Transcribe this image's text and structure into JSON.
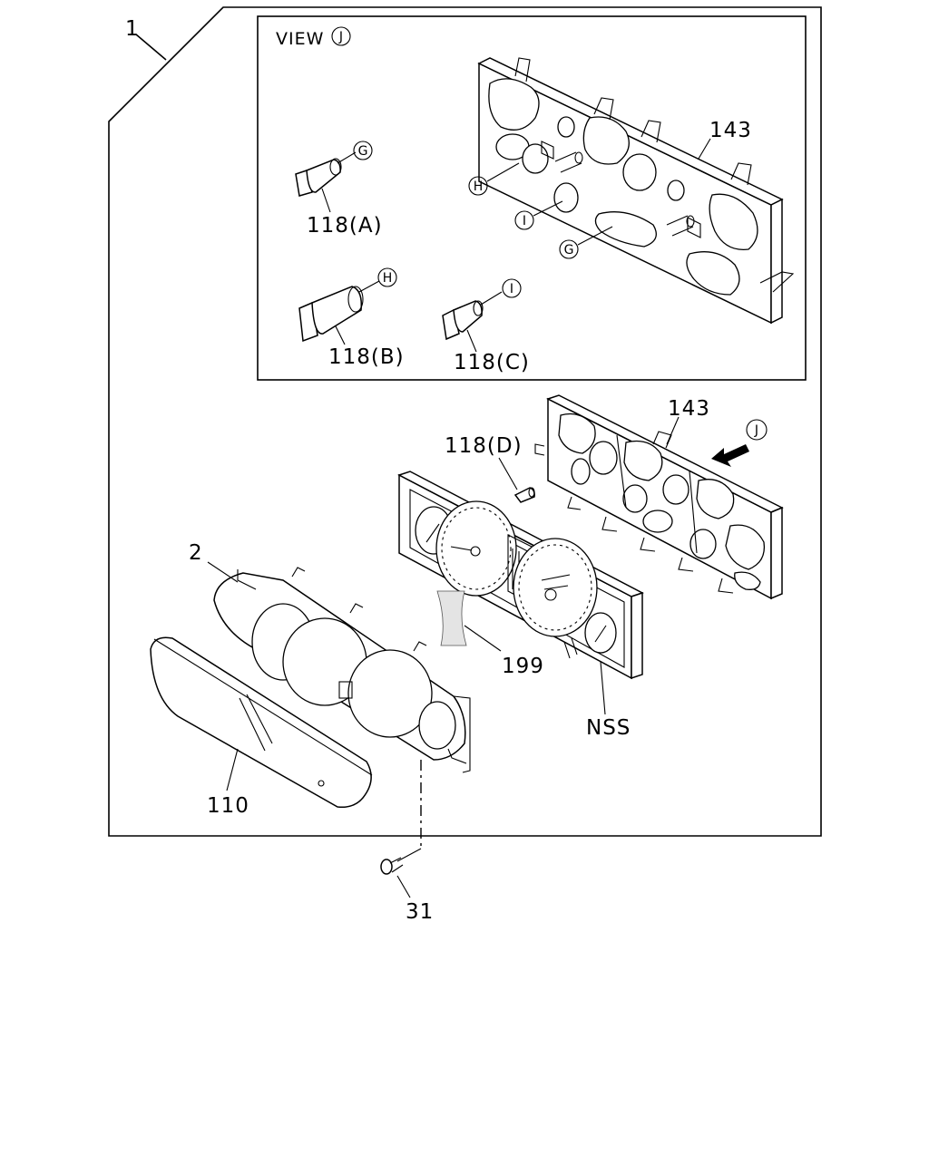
{
  "view_label": {
    "text": "VIEW",
    "ref": "J"
  },
  "callouts": {
    "assembly": "1",
    "bezel": "2",
    "screw": "31",
    "lens": "110",
    "bulb_a": "118(A)",
    "bulb_b": "118(B)",
    "bulb_c": "118(C)",
    "bulb_d": "118(D)",
    "housing_view": "143",
    "housing_main": "143",
    "plate": "199",
    "meter": "NSS"
  },
  "reference_markers": {
    "g_bulb": "G",
    "g_housing": "G",
    "h_bulb": "H",
    "h_housing": "H",
    "i_bulb": "I",
    "i_housing": "I",
    "j_title": "J",
    "j_arrow": "J"
  }
}
